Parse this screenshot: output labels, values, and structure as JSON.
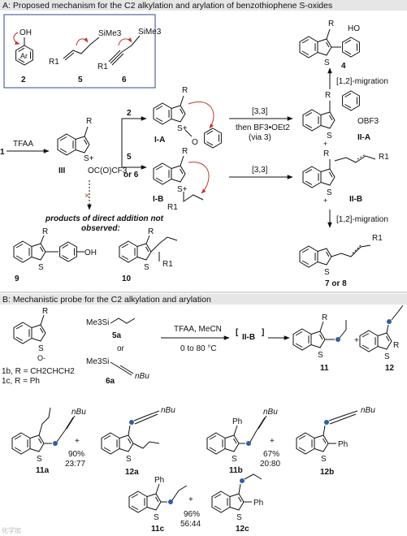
{
  "panel_a": {
    "title": "A: Proposed mechanism for the C2 alkylation and arylation of benzothiophene S-oxides",
    "box": {
      "oh": "OH",
      "ar": "Ar",
      "sime3_a": "SiMe3",
      "sime3_b": "SiMe3",
      "r1_a": "R1",
      "r1_b": "R1",
      "n2": "2",
      "n5": "5",
      "n6": "6"
    },
    "start_num": "1",
    "tfaa": "TFAA",
    "iii": {
      "r": "R",
      "s_plus": "S+",
      "oc": "OC(O)CF3",
      "label": "III"
    },
    "arrow_2": "2",
    "arrow_5": "5",
    "arrow_or6": "or 6",
    "ia": {
      "r": "R",
      "s": "S+",
      "o": "O",
      "label": "I-A"
    },
    "ib": {
      "r": "R",
      "s": "S+",
      "r1": "R1",
      "label": "I-B"
    },
    "cond_top": "[3,3]",
    "cond_then": "then BF3•OEt2",
    "cond_via": "(via 3)",
    "cond_mid": "[3,3]",
    "iia": {
      "r": "R",
      "s": "S",
      "obf": "OBF3",
      "plus": "+",
      "label": "II-A"
    },
    "iib": {
      "r": "R",
      "s": "S",
      "r1": "R1",
      "plus": "+",
      "label": "II-B"
    },
    "mig_top": "[1,2]-migration",
    "mig_bot": "[1,2]-migration",
    "p4": {
      "r": "R",
      "ho": "HO",
      "s": "S",
      "label": "4"
    },
    "p78": {
      "r1": "R1",
      "s": "S",
      "label": "7 or 8"
    },
    "not_obs_1": "products of direct addition not",
    "not_obs_2": "observed:",
    "p9": {
      "r": "R",
      "s": "S",
      "oh": "OH",
      "label": "9"
    },
    "p10": {
      "r": "R",
      "s": "S",
      "r1": "R1",
      "label": "10"
    }
  },
  "panel_b": {
    "title": "B: Mechanistic probe for the C2 alkylation and arylation",
    "sm": {
      "r": "R",
      "s": "S",
      "o": "O-",
      "label_1b": "1b, R = CH2CHCH2",
      "label_1c": "1c, R = Ph"
    },
    "reag5a": {
      "si": "Me3Si",
      "label": "5a"
    },
    "or": "or",
    "reag6a": {
      "si": "Me3Si",
      "nbu": "nBu",
      "label": "6a"
    },
    "cond": "TFAA, MeCN",
    "temp": "0 to 80 °C",
    "inter": "II-B",
    "p11": {
      "r": "R",
      "s": "S",
      "label": "11"
    },
    "plus": "+",
    "p12": {
      "s": "S",
      "r": "R",
      "label": "12"
    },
    "ex11a": {
      "nbu": "nBu",
      "s": "S",
      "label": "11a"
    },
    "ex12a": {
      "nbu": "nBu",
      "s": "S",
      "label": "12a"
    },
    "yield_a": "90%",
    "ratio_a": "23:77",
    "ex11b": {
      "ph": "Ph",
      "nbu": "nBu",
      "s": "S",
      "label": "11b"
    },
    "ex12b": {
      "nbu": "nBu",
      "s": "S",
      "ph": "Ph",
      "label": "12b"
    },
    "yield_b": "67%",
    "ratio_b": "20:80",
    "ex11c": {
      "ph": "Ph",
      "s": "S",
      "label": "11c"
    },
    "ex12c": {
      "s": "S",
      "ph": "Ph",
      "label": "12c"
    },
    "yield_c": "96%",
    "ratio_c": "56:44"
  },
  "watermark": "化学加",
  "colors": {
    "arrow_red": "#c0392b",
    "dot_blue": "#2e5ea8",
    "line": "#111111"
  }
}
